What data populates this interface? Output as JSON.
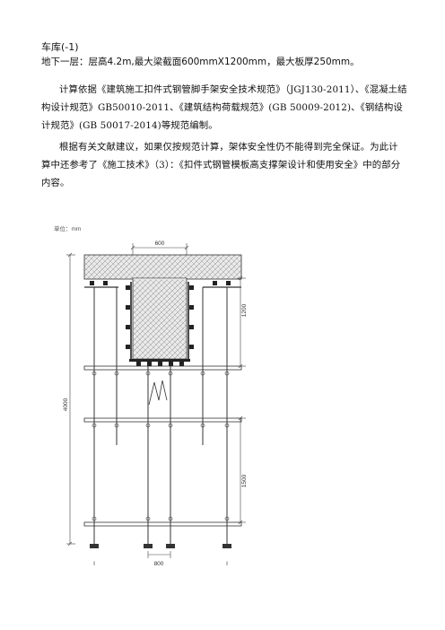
{
  "header": {
    "title": "车库(-1)",
    "subtitle": "地下一层：层高4.2m,最大梁截面600mmX1200mm，最大板厚250mm。"
  },
  "paragraphs": [
    "计算依据《建筑施工扣件式钢管脚手架安全技术规范》（JGJ130-2011）、《混凝土结构设计规范》GB50010-2011、《建筑结构荷载规范》(GB 50009-2012)、《钢结构设计规范》(GB 50017-2014)等规范编制。",
    "根据有关文献建议，如果仅按规范计算，架体安全性仍不能得到完全保证。为此计算中还参考了《施工技术》（3）：《扣件式钢管模板高支撑架设计和使用安全》中的部分内容。"
  ],
  "diagram": {
    "unit_label": "单位：mm",
    "dims": {
      "beam_width": "600",
      "beam_height": "1200",
      "total_height": "4000",
      "step": "1500",
      "spacing": "800"
    },
    "marks": {
      "left": "I",
      "right": "I"
    },
    "colors": {
      "line": "#333333",
      "concrete_fill": "#e4e4e4",
      "dim_text": "#444444"
    }
  }
}
